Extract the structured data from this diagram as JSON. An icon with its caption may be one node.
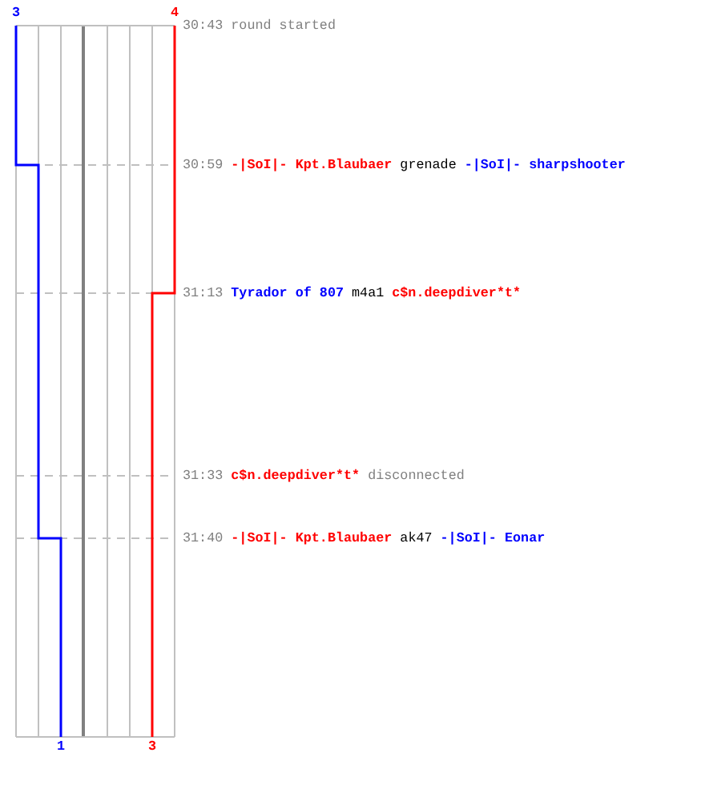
{
  "diagram": {
    "labels": [
      "3",
      "4",
      "30:43",
      "round started",
      "30:59",
      "-|SoI|- Kpt.Blaubaer",
      "grenade",
      "-|SoI|- sharpshooter",
      "31:13",
      "Tyrador of 807",
      "m4a1",
      "c$n.deepdiver*t*",
      "31:33",
      "c$n.deepdiver*t*",
      "disconnected",
      "31:40",
      "-|SoI|- Kpt.Blaubaer",
      "ak47",
      "-|SoI|- Eonar",
      "1",
      "3"
    ]
  }
}
